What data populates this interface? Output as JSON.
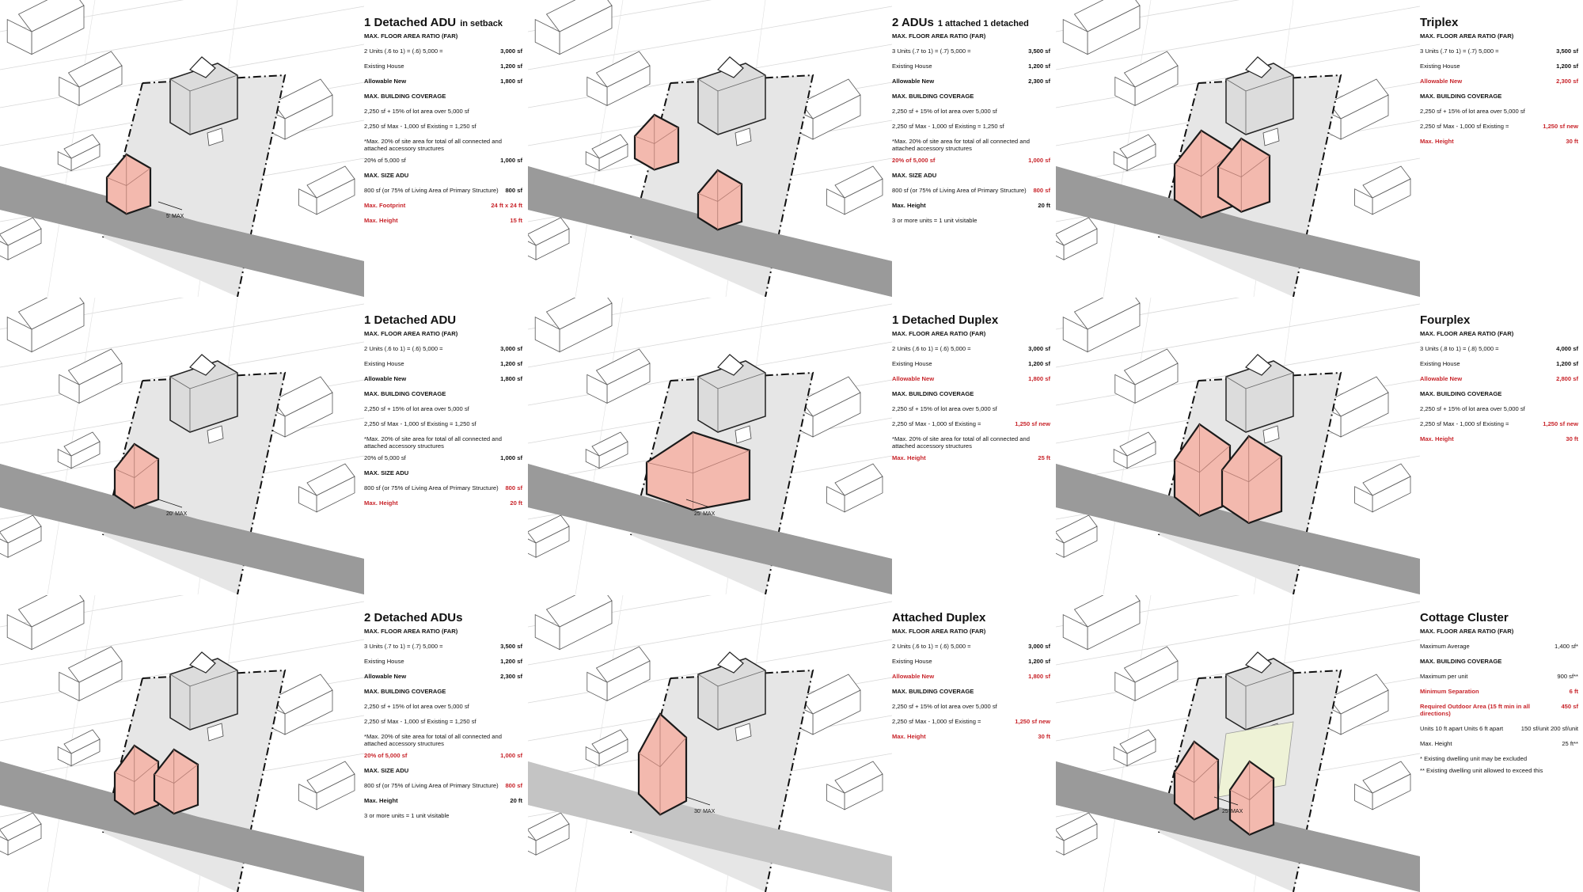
{
  "colors": {
    "road": "#9a9a9a",
    "road_light": "#c4c4c4",
    "lot": "#e6e6e6",
    "house": "#dcdcdc",
    "adu_fill": "#f3b9ae",
    "adu_stroke": "#1a1a1a",
    "outdoor_area": "#eef2d6",
    "highlight_red": "#c8252b"
  },
  "panels": [
    {
      "title": "1 Detached ADU",
      "subtitle": "in setback",
      "setback_label": "5' MAX",
      "rows": [
        {
          "label": "MAX. FLOOR AREA RATIO (FAR)",
          "value": "",
          "style": "hdr"
        },
        {
          "label": "2 Units    (.6 to 1) = (.6) 5,000 =",
          "value": "3,000 sf",
          "style": "plain"
        },
        {
          "label": "Existing House",
          "value": "1,200 sf",
          "style": "plain"
        },
        {
          "label": "Allowable New",
          "value": "1,800 sf",
          "style": "bold"
        },
        {
          "label": "MAX. BUILDING COVERAGE",
          "value": "",
          "style": "hdr"
        },
        {
          "label": "2,250 sf + 15% of lot area over 5,000 sf",
          "value": "",
          "style": "plain"
        },
        {
          "label": "2,250 sf Max - 1,000 sf Existing = 1,250 sf",
          "value": "",
          "style": "plain"
        },
        {
          "label": "*Max. 20% of site area for total of all connected and attached accessory structures",
          "value": "",
          "style": "note"
        },
        {
          "label": "20% of 5,000 sf",
          "value": "1,000 sf",
          "style": "plain"
        },
        {
          "label": "MAX. SIZE ADU",
          "value": "",
          "style": "hdr"
        },
        {
          "label": "800 sf (or 75% of Living Area of Primary Structure)",
          "value": "800 sf",
          "style": "plain"
        },
        {
          "label": "Max. Footprint",
          "value": "24 ft x 24 ft",
          "style": "red"
        },
        {
          "label": "Max. Height",
          "value": "15 ft",
          "style": "red"
        }
      ]
    },
    {
      "title": "2 ADUs",
      "subtitle": "1 attached 1 detached",
      "setback_label": "",
      "rows": [
        {
          "label": "MAX. FLOOR AREA RATIO (FAR)",
          "value": "",
          "style": "hdr"
        },
        {
          "label": "3 Units    (.7 to 1) = (.7) 5,000 =",
          "value": "3,500 sf",
          "style": "plain"
        },
        {
          "label": "Existing House",
          "value": "1,200 sf",
          "style": "plain"
        },
        {
          "label": "Allowable New",
          "value": "2,300 sf",
          "style": "bold"
        },
        {
          "label": "MAX. BUILDING COVERAGE",
          "value": "",
          "style": "hdr"
        },
        {
          "label": "2,250 sf + 15% of lot area over 5,000 sf",
          "value": "",
          "style": "plain"
        },
        {
          "label": "2,250 sf Max - 1,000 sf Existing = 1,250 sf",
          "value": "",
          "style": "plain"
        },
        {
          "label": "*Max. 20% of site area for total of all connected and attached accessory structures",
          "value": "",
          "style": "note"
        },
        {
          "label": "20% of 5,000 sf",
          "value": "1,000 sf",
          "style": "red"
        },
        {
          "label": "MAX. SIZE ADU",
          "value": "",
          "style": "hdr"
        },
        {
          "label": "800 sf (or 75% of Living Area of Primary Structure)",
          "value": "800 sf",
          "style": "redval"
        },
        {
          "label": "Max. Height",
          "value": "20 ft",
          "style": "bold"
        },
        {
          "label": "3 or more units = 1 unit visitable",
          "value": "",
          "style": "plain"
        }
      ]
    },
    {
      "title": "Triplex",
      "subtitle": "",
      "setback_label": "",
      "rows": [
        {
          "label": "MAX. FLOOR AREA RATIO (FAR)",
          "value": "",
          "style": "hdr"
        },
        {
          "label": "3 Units    (.7 to 1) = (.7) 5,000 =",
          "value": "3,500 sf",
          "style": "plain"
        },
        {
          "label": "Existing House",
          "value": "1,200 sf",
          "style": "plain"
        },
        {
          "label": "Allowable New",
          "value": "2,300 sf",
          "style": "red"
        },
        {
          "label": "MAX. BUILDING COVERAGE",
          "value": "",
          "style": "hdr"
        },
        {
          "label": "2,250 sf + 15% of lot area over 5,000 sf",
          "value": "",
          "style": "plain"
        },
        {
          "label": "2,250 sf Max - 1,000 sf Existing =",
          "value": "1,250 sf new",
          "style": "redval"
        },
        {
          "label": "Max. Height",
          "value": "30 ft",
          "style": "red"
        }
      ]
    },
    {
      "title": "1 Detached ADU",
      "subtitle": "",
      "setback_label": "20' MAX",
      "rows": [
        {
          "label": "MAX. FLOOR AREA RATIO (FAR)",
          "value": "",
          "style": "hdr"
        },
        {
          "label": "2 Units    (.6 to 1) = (.6) 5,000 =",
          "value": "3,000 sf",
          "style": "plain"
        },
        {
          "label": "Existing House",
          "value": "1,200 sf",
          "style": "plain"
        },
        {
          "label": "Allowable New",
          "value": "1,800 sf",
          "style": "bold"
        },
        {
          "label": "MAX. BUILDING COVERAGE",
          "value": "",
          "style": "hdr"
        },
        {
          "label": "2,250 sf + 15% of lot area over 5,000 sf",
          "value": "",
          "style": "plain"
        },
        {
          "label": "2,250 sf Max - 1,000 sf Existing = 1,250 sf",
          "value": "",
          "style": "plain"
        },
        {
          "label": "*Max. 20% of site area for total of all connected and attached accessory structures",
          "value": "",
          "style": "note"
        },
        {
          "label": "20% of 5,000 sf",
          "value": "1,000 sf",
          "style": "plain"
        },
        {
          "label": "MAX. SIZE ADU",
          "value": "",
          "style": "hdr"
        },
        {
          "label": "800 sf (or 75% of Living Area of Primary Structure)",
          "value": "800 sf",
          "style": "redval"
        },
        {
          "label": "Max. Height",
          "value": "20 ft",
          "style": "red"
        }
      ]
    },
    {
      "title": "1 Detached Duplex",
      "subtitle": "",
      "setback_label": "25' MAX",
      "rows": [
        {
          "label": "MAX. FLOOR AREA RATIO (FAR)",
          "value": "",
          "style": "hdr"
        },
        {
          "label": "2 Units    (.6 to 1) = (.6) 5,000 =",
          "value": "3,000 sf",
          "style": "plain"
        },
        {
          "label": "Existing House",
          "value": "1,200 sf",
          "style": "plain"
        },
        {
          "label": "Allowable New",
          "value": "1,800 sf",
          "style": "red"
        },
        {
          "label": "MAX. BUILDING COVERAGE",
          "value": "",
          "style": "hdr"
        },
        {
          "label": "2,250 sf + 15% of lot area over 5,000 sf",
          "value": "",
          "style": "plain"
        },
        {
          "label": "2,250 sf Max - 1,000 sf Existing =",
          "value": "1,250 sf new",
          "style": "redval"
        },
        {
          "label": "*Max. 20% of site area for total of all connected and attached accessory structures",
          "value": "",
          "style": "note"
        },
        {
          "label": "Max. Height",
          "value": "25 ft",
          "style": "red"
        }
      ]
    },
    {
      "title": "Fourplex",
      "subtitle": "",
      "setback_label": "",
      "rows": [
        {
          "label": "MAX. FLOOR AREA RATIO (FAR)",
          "value": "",
          "style": "hdr"
        },
        {
          "label": "3 Units    (.8 to 1) = (.8) 5,000 =",
          "value": "4,000 sf",
          "style": "plain"
        },
        {
          "label": "Existing House",
          "value": "1,200 sf",
          "style": "plain"
        },
        {
          "label": "Allowable New",
          "value": "2,800 sf",
          "style": "red"
        },
        {
          "label": "MAX. BUILDING COVERAGE",
          "value": "",
          "style": "hdr"
        },
        {
          "label": "2,250 sf + 15% of lot area over 5,000 sf",
          "value": "",
          "style": "plain"
        },
        {
          "label": "2,250 sf Max - 1,000 sf Existing =",
          "value": "1,250 sf new",
          "style": "redval"
        },
        {
          "label": "Max. Height",
          "value": "30 ft",
          "style": "red"
        }
      ]
    },
    {
      "title": "2 Detached ADUs",
      "subtitle": "",
      "setback_label": "",
      "rows": [
        {
          "label": "MAX. FLOOR AREA RATIO (FAR)",
          "value": "",
          "style": "hdr"
        },
        {
          "label": "3 Units    (.7 to 1) = (.7) 5,000 =",
          "value": "3,500 sf",
          "style": "plain"
        },
        {
          "label": "Existing House",
          "value": "1,200 sf",
          "style": "plain"
        },
        {
          "label": "Allowable New",
          "value": "2,300 sf",
          "style": "bold"
        },
        {
          "label": "MAX. BUILDING COVERAGE",
          "value": "",
          "style": "hdr"
        },
        {
          "label": "2,250 sf + 15% of lot area over 5,000 sf",
          "value": "",
          "style": "plain"
        },
        {
          "label": "2,250 sf Max - 1,000 sf Existing = 1,250 sf",
          "value": "",
          "style": "plain"
        },
        {
          "label": "*Max. 20% of site area for total of all connected and attached accessory structures",
          "value": "",
          "style": "note"
        },
        {
          "label": "20% of 5,000 sf",
          "value": "1,000 sf",
          "style": "red"
        },
        {
          "label": "MAX. SIZE ADU",
          "value": "",
          "style": "hdr"
        },
        {
          "label": "800 sf (or 75% of Living Area of Primary Structure)",
          "value": "800 sf",
          "style": "redval"
        },
        {
          "label": "Max. Height",
          "value": "20 ft",
          "style": "bold"
        },
        {
          "label": "3 or more units = 1 unit visitable",
          "value": "",
          "style": "plain"
        }
      ]
    },
    {
      "title": "Attached Duplex",
      "subtitle": "",
      "setback_label": "30' MAX",
      "rows": [
        {
          "label": "MAX. FLOOR AREA RATIO (FAR)",
          "value": "",
          "style": "hdr"
        },
        {
          "label": "2 Units    (.6 to 1) = (.6) 5,000 =",
          "value": "3,000 sf",
          "style": "plain"
        },
        {
          "label": "Existing House",
          "value": "1,200 sf",
          "style": "plain"
        },
        {
          "label": "Allowable New",
          "value": "1,800 sf",
          "style": "red"
        },
        {
          "label": "MAX. BUILDING COVERAGE",
          "value": "",
          "style": "hdr"
        },
        {
          "label": "2,250 sf + 15% of lot area over 5,000 sf",
          "value": "",
          "style": "plain"
        },
        {
          "label": "2,250 sf Max - 1,000 sf Existing =",
          "value": "1,250 sf new",
          "style": "redval"
        },
        {
          "label": "Max. Height",
          "value": "30 ft",
          "style": "red"
        }
      ]
    },
    {
      "title": "Cottage Cluster",
      "subtitle": "",
      "setback_label": "25' MAX",
      "rows": [
        {
          "label": "MAX. FLOOR AREA RATIO (FAR)",
          "value": "",
          "style": "hdr"
        },
        {
          "label": "Maximum Average",
          "value": "1,400 sf*",
          "style": "plainval"
        },
        {
          "label": "MAX. BUILDING COVERAGE",
          "value": "",
          "style": "hdr"
        },
        {
          "label": "Maximum per unit",
          "value": "900 sf**",
          "style": "plainval"
        },
        {
          "label": "Minimum Separation",
          "value": "6 ft",
          "style": "red"
        },
        {
          "label": "Required Outdoor Area (15 ft min in all directions)",
          "value": "450 sf",
          "style": "red"
        },
        {
          "label": "Units 10 ft apart Units 6 ft apart",
          "value": "150 sf/unit 200 sf/unit",
          "style": "plainval"
        },
        {
          "label": "Max. Height",
          "value": "25 ft**",
          "style": "plainval"
        },
        {
          "label": "*  Existing dwelling unit may be excluded",
          "value": "",
          "style": "note"
        },
        {
          "label": "** Existing dwelling unit allowed to exceed this",
          "value": "",
          "style": "note"
        }
      ]
    }
  ]
}
